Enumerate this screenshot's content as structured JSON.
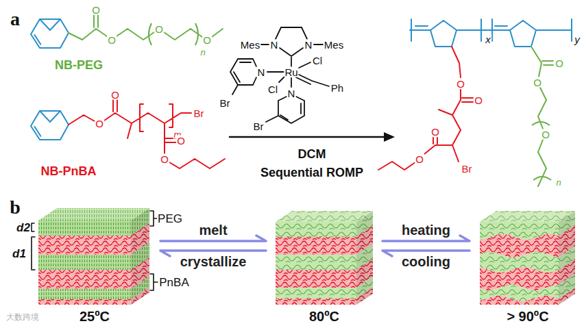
{
  "diagram": {
    "nodes": [
      {
        "text": [
          "25ºC"
        ]
      },
      {
        "text": [
          "80ºC"
        ]
      },
      {
        "text": [
          "> 90ºC"
        ]
      }
    ],
    "edges": [
      {
        "from": 0,
        "to": 1,
        "arrow": "to",
        "label": "melt"
      },
      {
        "from": 1,
        "to": 0,
        "arrow": "to",
        "label": "crystallize"
      },
      {
        "from": 1,
        "to": 2,
        "arrow": "to",
        "label": "heating"
      },
      {
        "from": 2,
        "to": 1,
        "arrow": "to",
        "label": "cooling"
      }
    ],
    "labels": [
      "a",
      "NB-PEG",
      "O",
      "O",
      "O",
      "O",
      "n",
      "NB-PnBA",
      "O",
      "O",
      "Br",
      "m",
      "O",
      "O",
      "N",
      "N",
      "Mes",
      "Mes",
      "Cl",
      "Ru",
      "Cl",
      "Ph",
      "N",
      "Br",
      "N",
      "Br",
      "DCM",
      "Sequential ROMP",
      "x",
      "y",
      "O",
      "O",
      "O",
      "O",
      "Br",
      "O",
      "O",
      "O",
      "n",
      "b",
      "d2",
      "d1",
      "PEG",
      "PnBA",
      "大数跨境"
    ]
  }
}
